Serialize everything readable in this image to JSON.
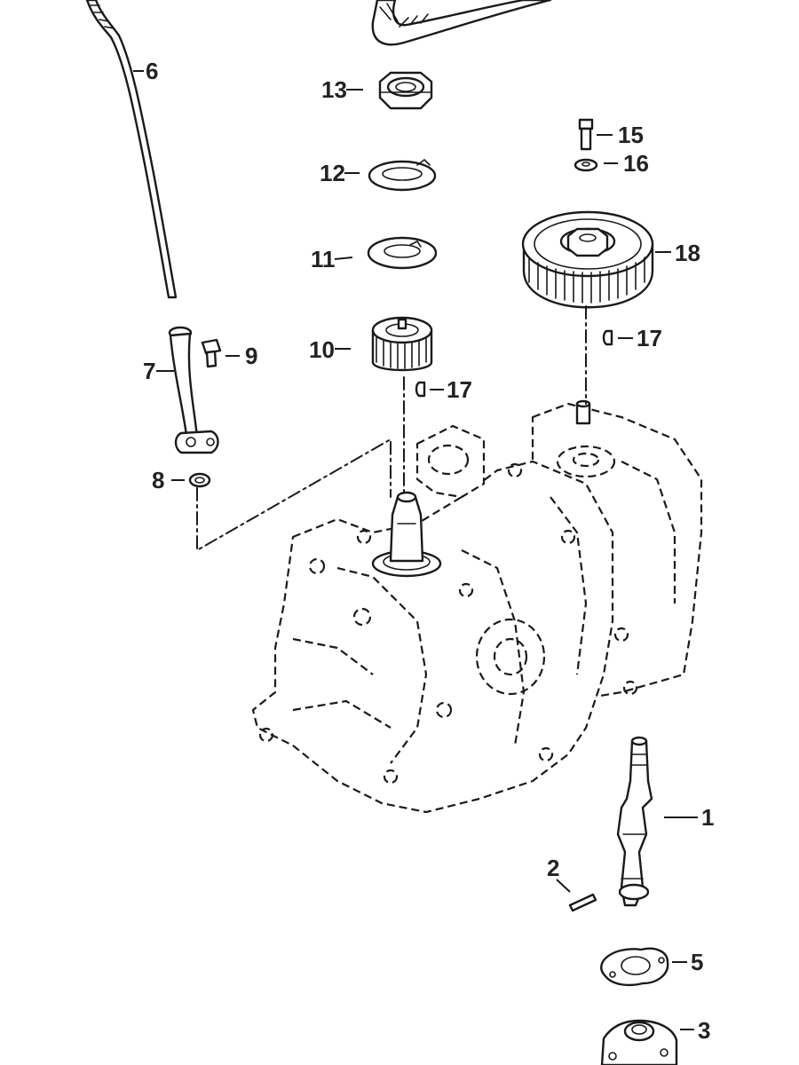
{
  "callouts": {
    "c1": "1",
    "c2": "2",
    "c3": "3",
    "c5": "5",
    "c6": "6",
    "c7": "7",
    "c8": "8",
    "c9": "9",
    "c10": "10",
    "c11": "11",
    "c12": "12",
    "c13": "13",
    "c15": "15",
    "c16": "16",
    "c17a": "17",
    "c17b": "17",
    "c18": "18"
  },
  "colors": {
    "line": "#1a1a1a",
    "text": "#222222",
    "background": "#ffffff"
  }
}
